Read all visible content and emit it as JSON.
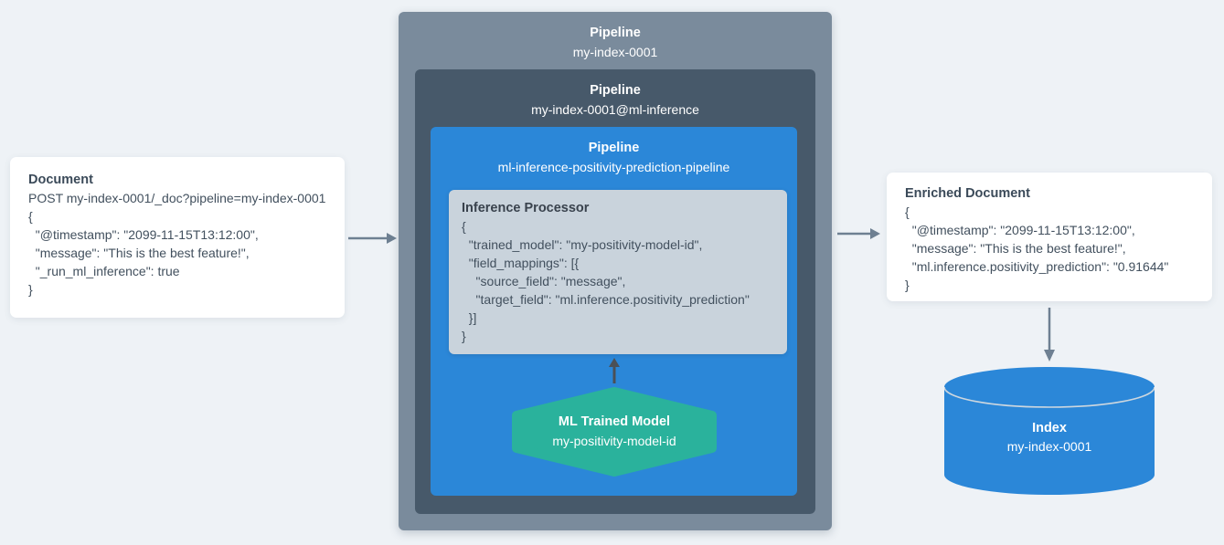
{
  "document_card": {
    "title": "Document",
    "lines": [
      "POST my-index-0001/_doc?pipeline=my-index-0001",
      "{",
      "  \"@timestamp\": \"2099-11-15T13:12:00\",",
      "  \"message\": \"This is the best feature!\",",
      "  \"_run_ml_inference\": true",
      "}"
    ]
  },
  "outer_pipeline": {
    "label": "Pipeline",
    "name": "my-index-0001"
  },
  "middle_pipeline": {
    "label": "Pipeline",
    "name": "my-index-0001@ml-inference"
  },
  "inner_pipeline": {
    "label": "Pipeline",
    "name": "ml-inference-positivity-prediction-pipeline"
  },
  "inference_processor": {
    "title": "Inference Processor",
    "lines": [
      "{",
      "  \"trained_model\": \"my-positivity-model-id\",",
      "  \"field_mappings\": [{",
      "    \"source_field\": \"message\",",
      "    \"target_field\": \"ml.inference.positivity_prediction\"",
      "  }]",
      "}"
    ]
  },
  "ml_trained_model": {
    "title": "ML Trained Model",
    "name": "my-positivity-model-id"
  },
  "enriched_card": {
    "title": "Enriched Document",
    "lines": [
      "{",
      "  \"@timestamp\": \"2099-11-15T13:12:00\",",
      "  \"message\": \"This is the best feature!\",",
      "  \"ml.inference.positivity_prediction\": \"0.91644\"",
      "}"
    ]
  },
  "index_cylinder": {
    "title": "Index",
    "name": "my-index-0001"
  },
  "colors": {
    "background": "#eef2f6",
    "outer_box": "#7a8b9c",
    "middle_box": "#47596a",
    "pipeline_blue": "#2b87d8",
    "processor_bg": "#c9d3dc",
    "model_teal": "#2ab29c",
    "index_blue": "#2b87d8",
    "arrow_gray": "#6e8092",
    "arrow_dark": "#4b5056",
    "text_dark": "#3f4d5b",
    "card_white": "#ffffff"
  }
}
